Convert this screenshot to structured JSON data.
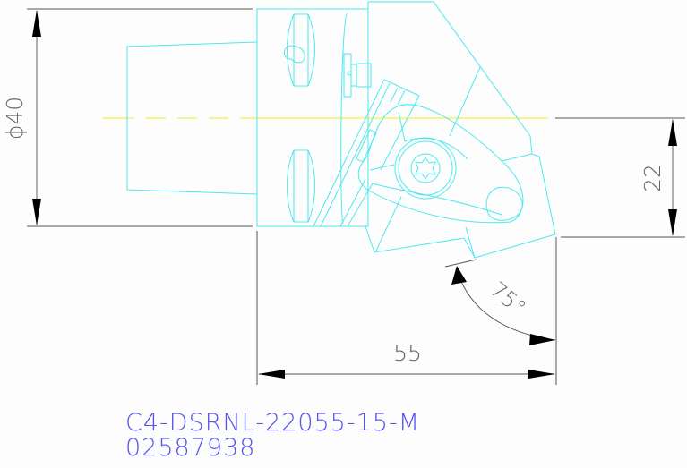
{
  "drawing": {
    "title": "Tool holder technical drawing",
    "colors": {
      "geometry": "#4ee8f0",
      "centerline": "#f2f020",
      "dimensions": "#555555",
      "label": "#5555ee"
    },
    "dimensions": {
      "diameter": "ϕ40",
      "height": "22",
      "length": "55",
      "angle": "75°"
    },
    "part_code": "C4-DSRNL-22055-15-M",
    "part_number": "02587938"
  }
}
